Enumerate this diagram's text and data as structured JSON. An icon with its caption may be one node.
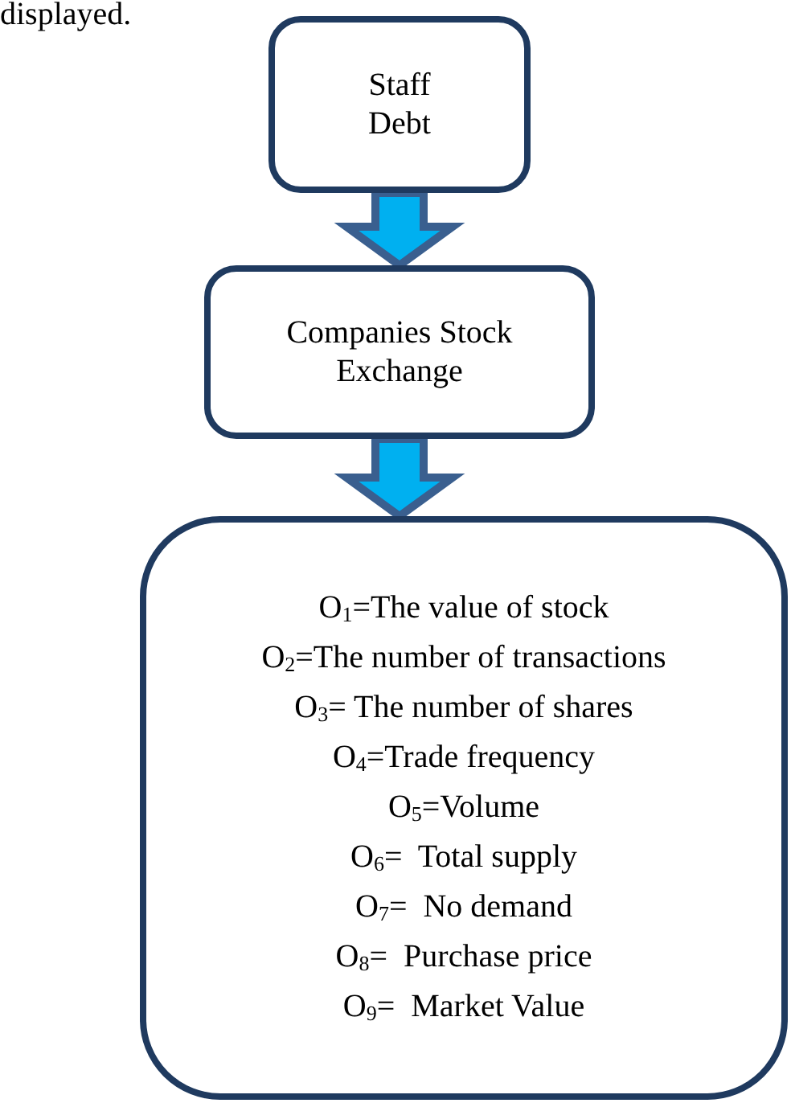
{
  "diagram": {
    "nodes": [
      {
        "text": [
          "Staff Debt"
        ]
      },
      {
        "text": [
          "Companies Stock Exchange"
        ]
      },
      {
        "text": [
          "O$_{1}$=The value of stock",
          "O$_{2}$=The number of transactions",
          "O$_{3}$= The number of shares",
          "O$_{4}$=Trade frequency",
          "O$_{5}$=Volume",
          "O$_{6}$=  Total supply",
          "O$_{7}$=  No demand",
          "O$_{8}$=  Purchase price",
          "O$_{9}$=  Market Value"
        ]
      }
    ],
    "edges": [
      {
        "from": 0,
        "to": 1,
        "arrow": "to"
      },
      {
        "from": 1,
        "to": 2,
        "arrow": "to"
      }
    ],
    "labels": [
      "displayed."
    ]
  }
}
